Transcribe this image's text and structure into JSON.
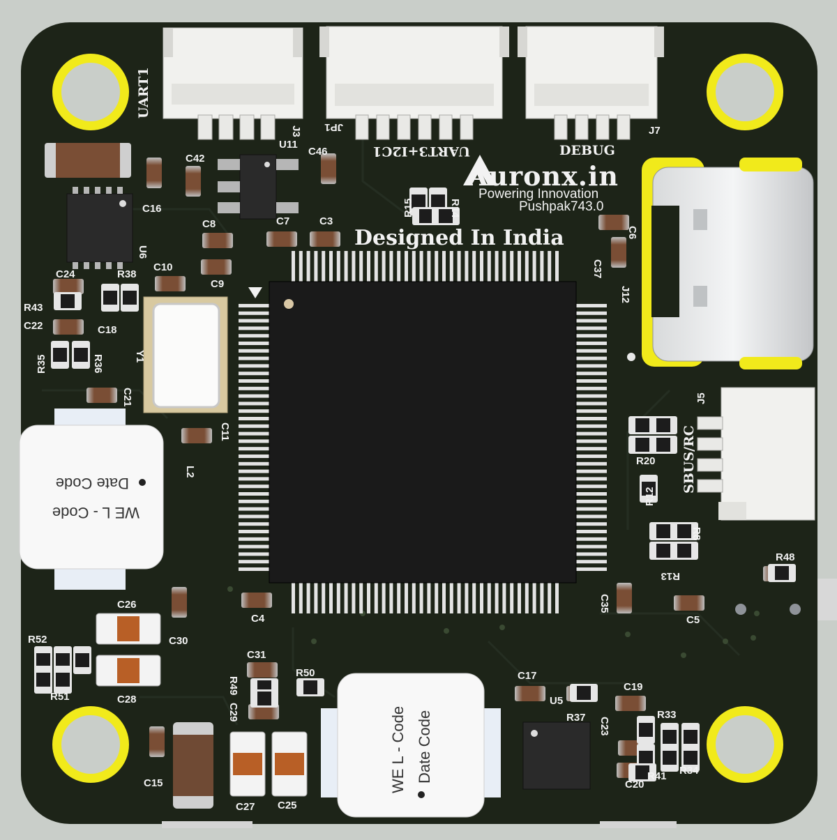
{
  "board": {
    "colors": {
      "pcb": "#1d2418",
      "pad_ring": "#f1ea1b",
      "connector": "#f1f1ee",
      "chip": "#1a1a1a",
      "resistor": "#1c1c1c",
      "cap_body": "#8a5a3c",
      "inductor": "#f8f8f8"
    }
  },
  "branding": {
    "logo_text": "Auronx.in",
    "tagline": "Powering Innovation",
    "model": "Pushpak743.0",
    "origin": "Designed In India"
  },
  "connectors": {
    "uart1": "UART1",
    "uart3_i2c1": "UART3+I2C1",
    "debug": "DEBUG",
    "sbus_rc": "SBUS/RC"
  },
  "inductors": {
    "left": {
      "line1": "WE  L - Code",
      "line2": "Date Code"
    },
    "bottom": {
      "line1": "WE  L - Code",
      "line2": "Date Code"
    }
  },
  "labels": {
    "J3": "J3",
    "U11": "U11",
    "C46": "C46",
    "JP1": "JP1",
    "J7": "J7",
    "C42": "C42",
    "C16": "C16",
    "U6": "U6",
    "R15": "R15",
    "R14": "R14",
    "C8": "C8",
    "C7": "C7",
    "C3": "C3",
    "C6": "C6",
    "C37": "C37",
    "J12": "J12",
    "C24": "C24",
    "R38": "R38",
    "C10": "C10",
    "C9": "C9",
    "R43": "R43",
    "C22": "C22",
    "C18": "C18",
    "R35": "R35",
    "R36": "R36",
    "Y1": "Y1",
    "C21": "C21",
    "C11": "C11",
    "L2": "L2",
    "J5": "J5",
    "R20": "R20",
    "R12": "R12",
    "R8": "R8",
    "R13": "R13",
    "R48": "R48",
    "C4": "C4",
    "C35": "C35",
    "C5": "C5",
    "C26": "C26",
    "C30": "C30",
    "R52": "R52",
    "R51": "R51",
    "C28": "C28",
    "C31": "C31",
    "R49": "R49",
    "C29": "C29",
    "R50": "R50",
    "C17": "C17",
    "U5": "U5",
    "C19": "C19",
    "R37": "R37",
    "C23": "C23",
    "R33": "R33",
    "R41": "R41",
    "R34": "R34",
    "C20": "C20",
    "C15": "C15",
    "C27": "C27",
    "C25": "C25"
  }
}
